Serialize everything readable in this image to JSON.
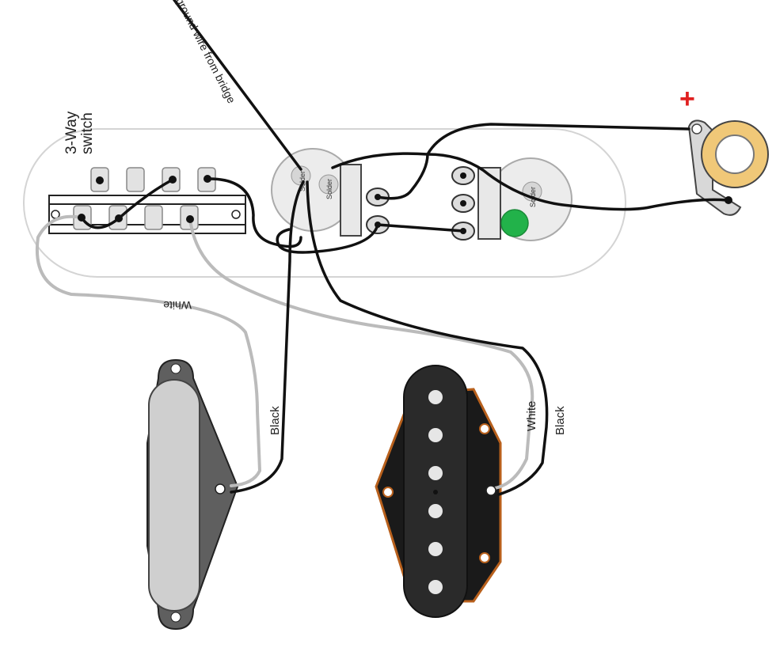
{
  "labels": {
    "switch_line1": "3-Way",
    "switch_line2": "switch",
    "ground_wire": "ground wire from bridge",
    "white_top": "White",
    "black_neck": "Black",
    "white_bridge": "White",
    "black_bridge": "Black",
    "solder_1": "Solder",
    "solder_2": "Solder",
    "solder_3": "Solder",
    "plus": "+"
  },
  "colors": {
    "wire_black": "#111111",
    "wire_white": "#bbbbbb",
    "plus_red": "#e02020",
    "jack_ring": "#f0c878",
    "capacitor": "#22b24a",
    "bridge_pickup_rim": "#b8601c"
  },
  "icons": {
    "jack": "output-jack-icon",
    "capacitor": "capacitor-icon"
  }
}
